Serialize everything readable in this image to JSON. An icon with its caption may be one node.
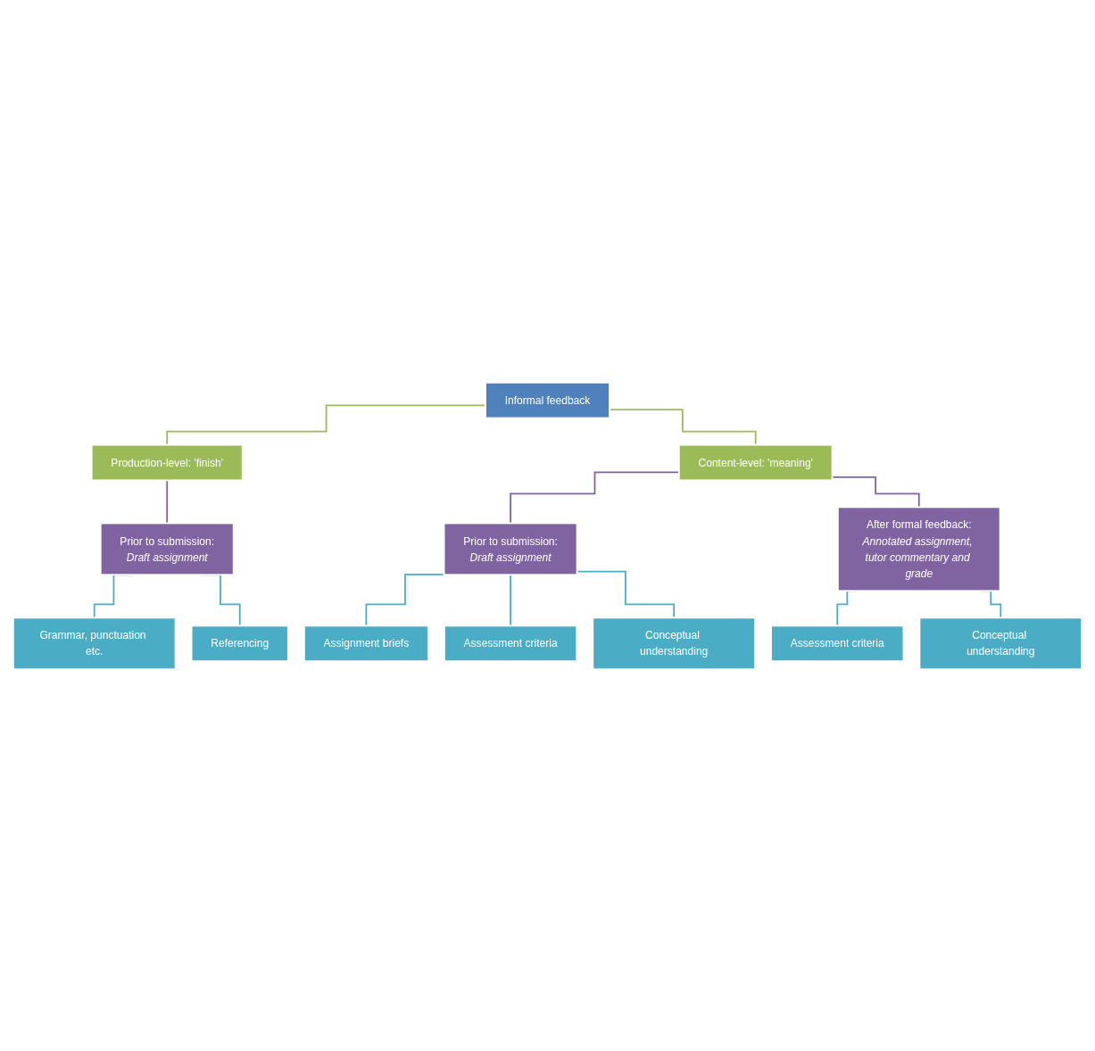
{
  "diagram": {
    "nodes": [
      {
        "text": [
          "Informal feedback"
        ]
      },
      {
        "text": [
          "Production-level: 'finish'"
        ]
      },
      {
        "text": [
          "Content-level: 'meaning'"
        ]
      },
      {
        "text": [
          "Prior to submission:",
          "Draft assignment"
        ]
      },
      {
        "text": [
          "Grammar, punctuation etc."
        ]
      },
      {
        "text": [
          "Referencing"
        ]
      },
      {
        "text": [
          "Prior to submission:",
          "Draft assignment"
        ]
      },
      {
        "text": [
          "After formal feedback:",
          "Annotated assignment, tutor commentary and grade"
        ]
      },
      {
        "text": [
          "Assignment briefs"
        ]
      },
      {
        "text": [
          "Assessment criteria"
        ]
      },
      {
        "text": [
          "Conceptual understanding"
        ]
      },
      {
        "text": [
          "Assessment criteria"
        ]
      },
      {
        "text": [
          "Conceptual understanding"
        ]
      }
    ],
    "edges": [
      {
        "from": 0,
        "to": 1,
        "arrow": "none",
        "color": "#9bbb59"
      },
      {
        "from": 0,
        "to": 2,
        "arrow": "none",
        "color": "#9bbb59"
      },
      {
        "from": 1,
        "to": 3,
        "arrow": "none",
        "color": "#8064a2"
      },
      {
        "from": 2,
        "to": 6,
        "arrow": "none",
        "color": "#8064a2"
      },
      {
        "from": 2,
        "to": 7,
        "arrow": "none",
        "color": "#8064a2"
      },
      {
        "from": 3,
        "to": 4,
        "arrow": "none"
      },
      {
        "from": 3,
        "to": 5,
        "arrow": "none"
      },
      {
        "from": 6,
        "to": 8,
        "arrow": "none"
      },
      {
        "from": 6,
        "to": 9,
        "arrow": "none"
      },
      {
        "from": 6,
        "to": 10,
        "arrow": "none"
      },
      {
        "from": 7,
        "to": 11,
        "arrow": "none"
      },
      {
        "from": 7,
        "to": 12,
        "arrow": "none"
      }
    ]
  }
}
